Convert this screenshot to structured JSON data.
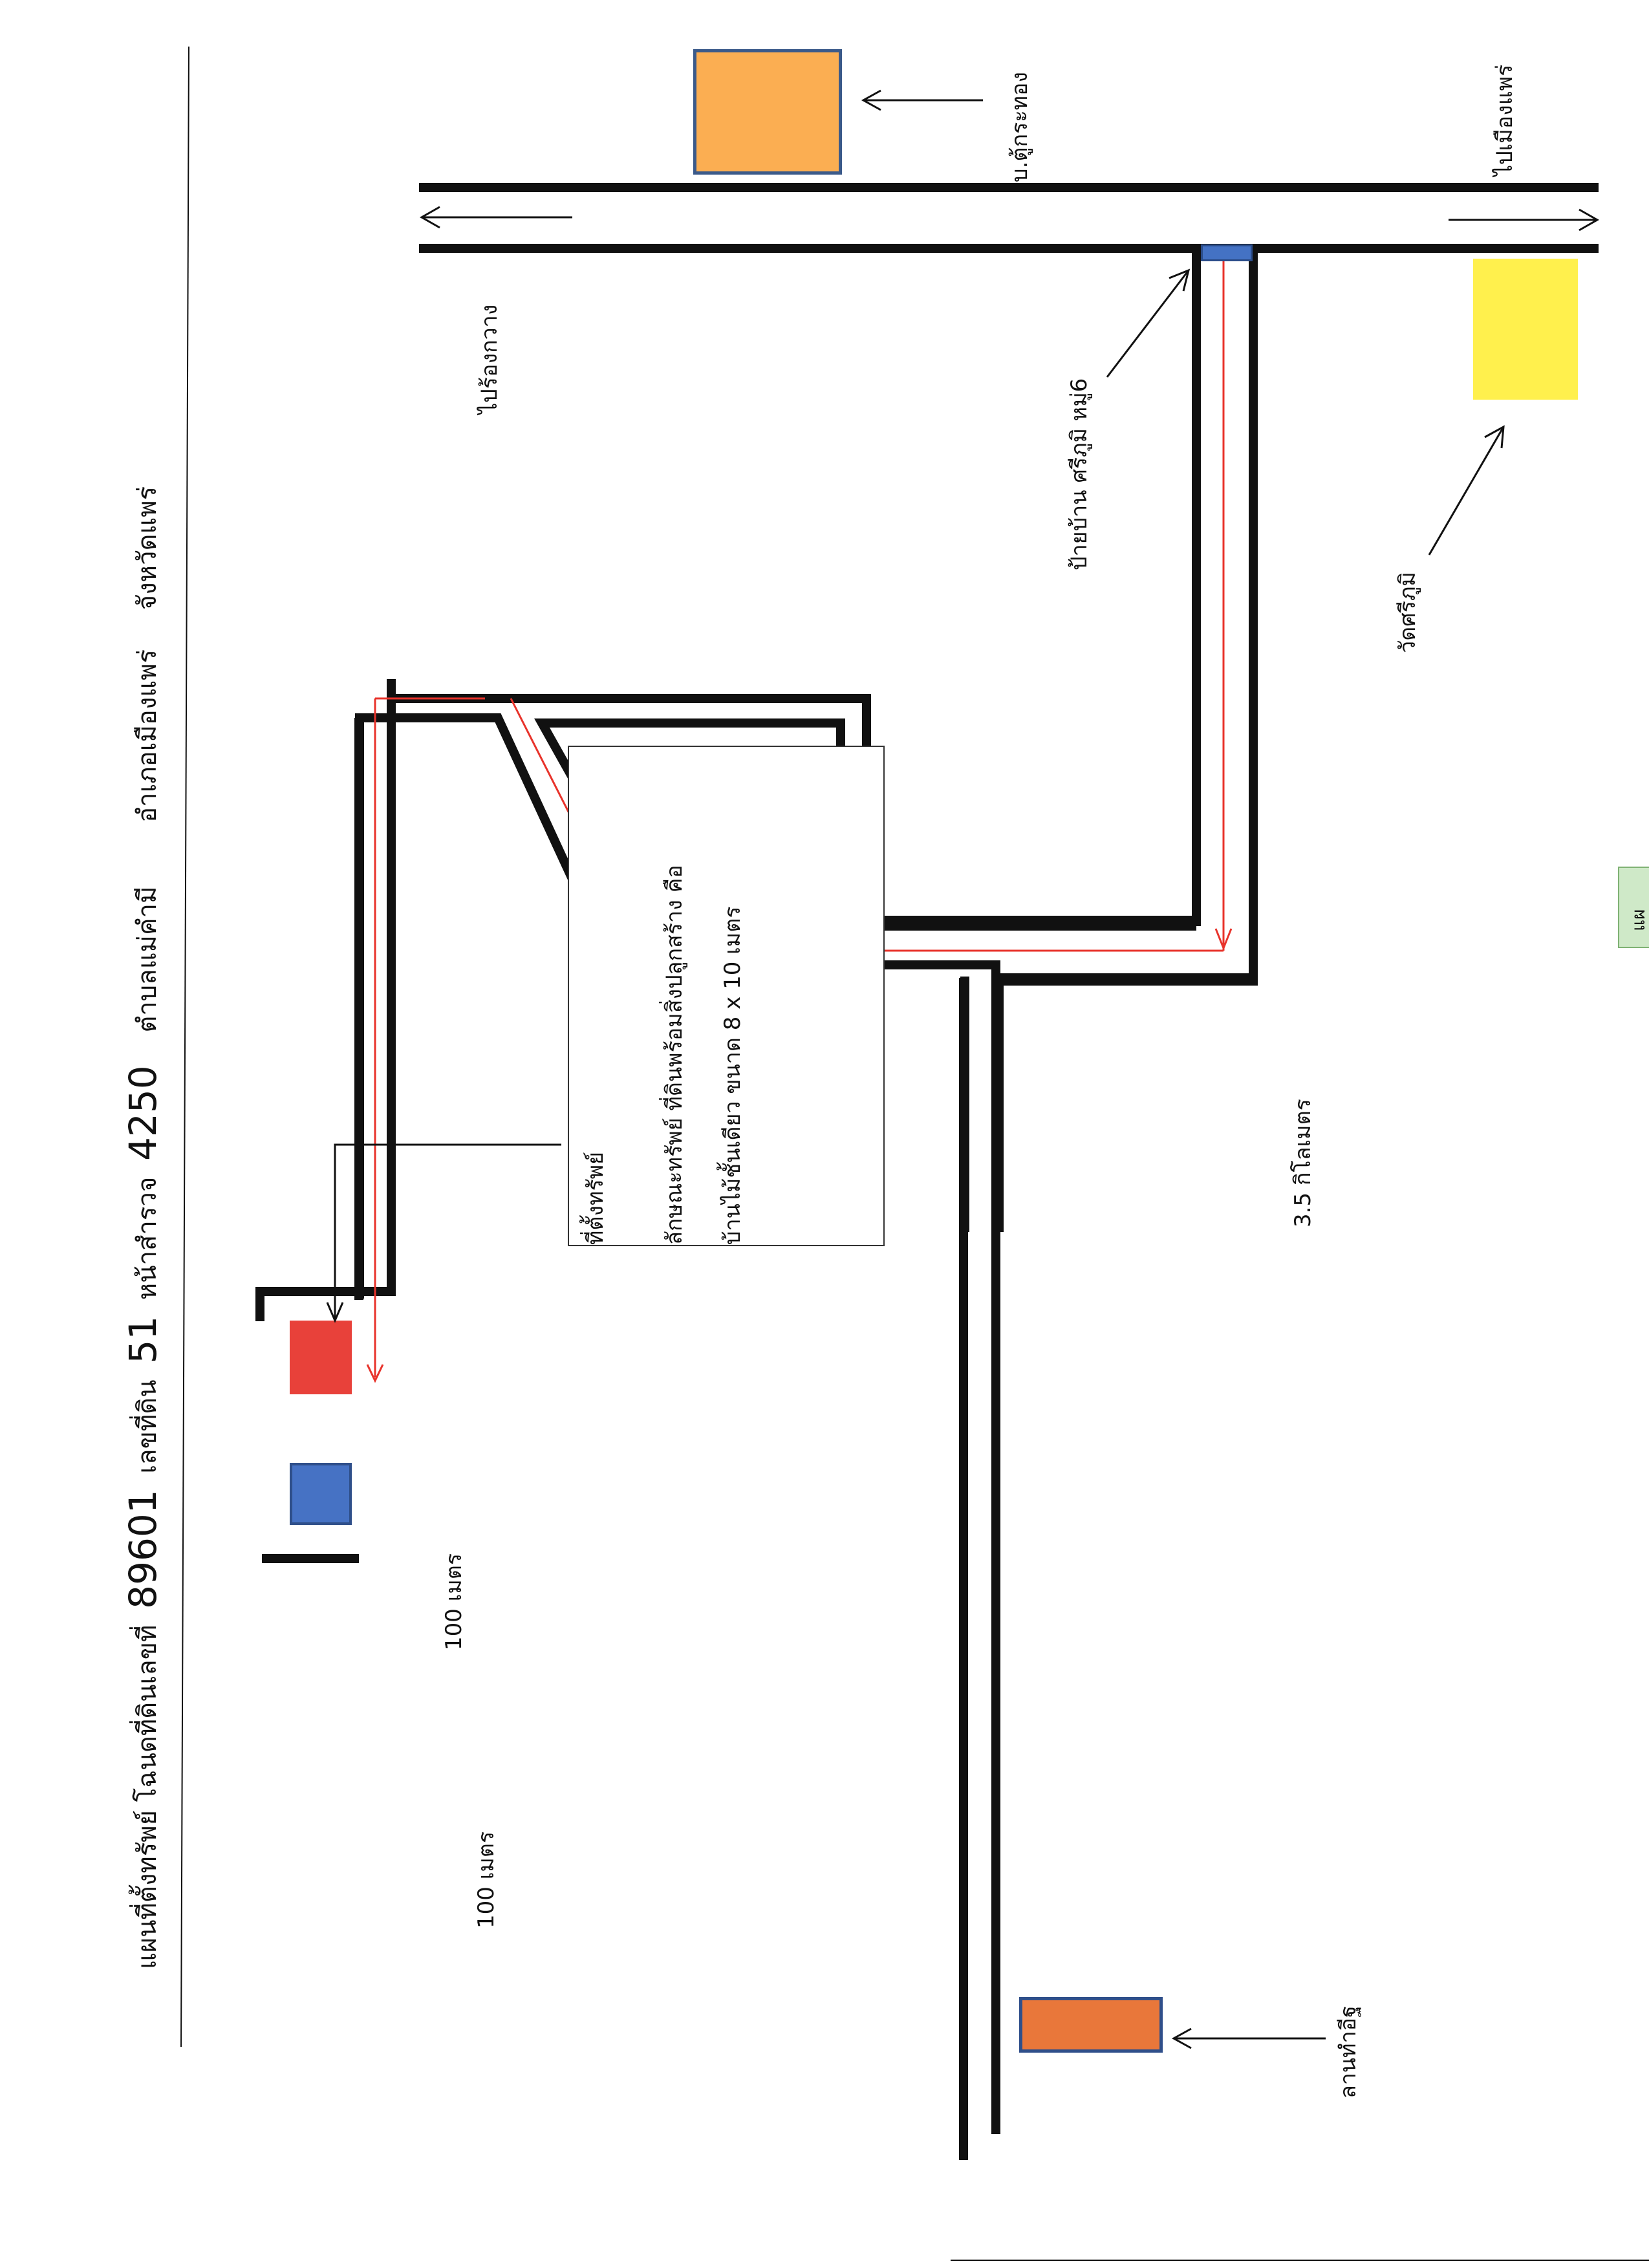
{
  "title": {
    "part1": "แผนที่ตั้งทรัพย์ โฉนดที่ดินเลขที่",
    "deed_no": "89601",
    "part2": "เลขที่ดิน",
    "land_no": "51",
    "part3": "หน้าสำรวจ",
    "survey_page": "4250",
    "part4": "ตำบลแม่คำมี",
    "part5": "อำเภอเมืองแพร่",
    "part6": "จังหวัดแพร่"
  },
  "labels": {
    "to_rong_kwang": "ไปร้องกวาง",
    "to_mueang_phrae": "ไปเมืองแพร่",
    "ban_tu_krathong": "บ.ตู้กระทอง",
    "village_sign": "ป้ายบ้าน ศรีภูมิ หมู่6",
    "wat_si_phum": "วัดศรีภูมิ",
    "distance_main": "3.5 กิโลเมตร",
    "distance_100_a": "100 เมตร",
    "distance_100_b": "100 เมตร",
    "playground": "ลานทำอีฐ"
  },
  "info_box": {
    "line1": "ที่ตั้งทรัพย์",
    "line2": "ลักษณะทรัพย์ ที่ดินพร้อมสิ่งปลูกสร้าง คือ",
    "line3": "บ้านไม้ชั้นเดียว ขนาด  8  x 10 เมตร"
  },
  "side_tab": {
    "text": "แผ"
  },
  "colors": {
    "road": "#111111",
    "route": "#e8332b",
    "property": "#e8413a",
    "neighbor": "#4672c4",
    "ban_tu_krathong": "#fbae52",
    "wat": "#fff04d",
    "playground": "#e9773a",
    "sign": "#4472c4"
  }
}
